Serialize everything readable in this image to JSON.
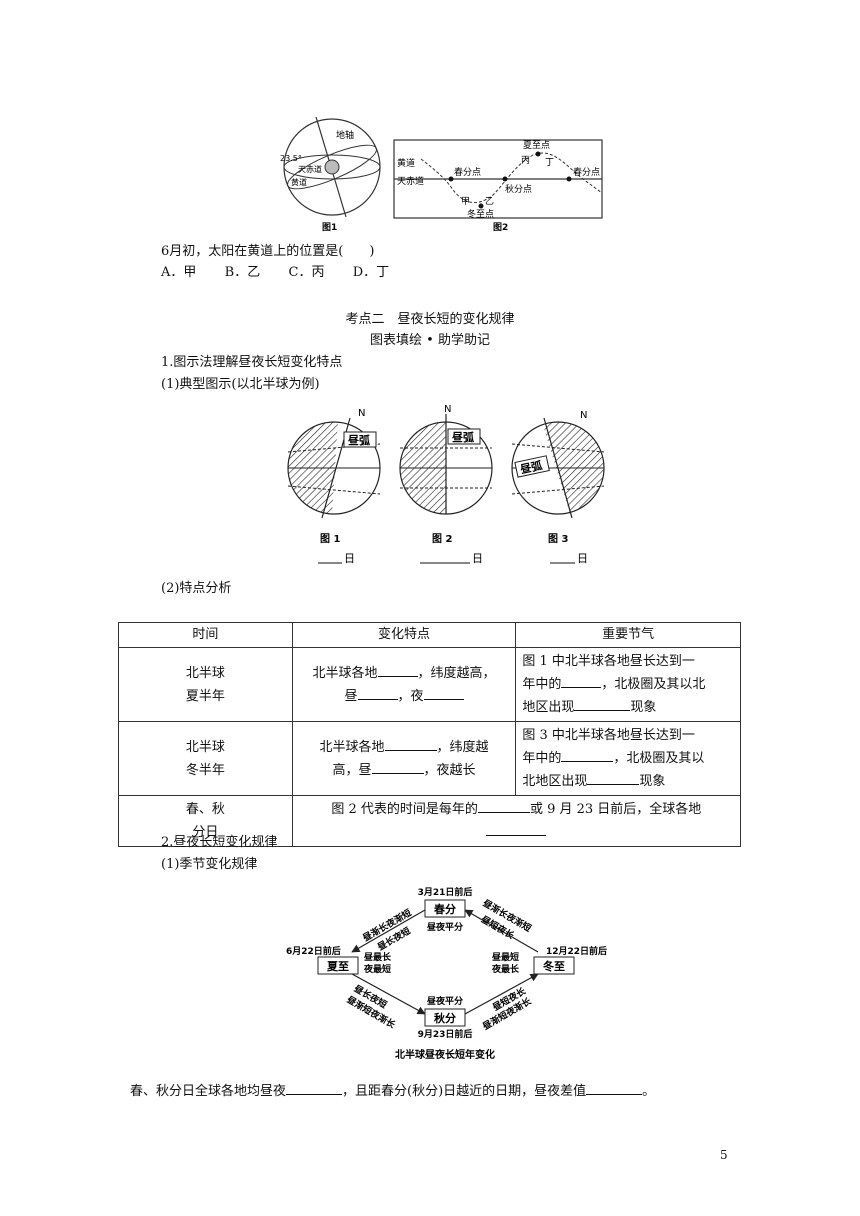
{
  "fig_top": {
    "sphere_labels": {
      "axis": "地轴",
      "celestial_equator": "天赤道",
      "ecliptic": "黄道",
      "angle": "23.5°",
      "caption": "图1"
    },
    "graph_labels": {
      "ecliptic": "黄道",
      "celestial_equator": "天赤道",
      "spring1": "春分点",
      "summer": "夏至点",
      "autumn": "秋分点",
      "spring2": "春分点",
      "winter": "冬至点",
      "jia": "甲",
      "yi": "乙",
      "bing": "丙",
      "ding": "丁",
      "caption": "图2"
    }
  },
  "question": {
    "stem": "6月初，太阳在黄道上的位置是(　　)",
    "options": [
      "A．甲",
      "B．乙",
      "C．丙",
      "D．丁"
    ]
  },
  "section": {
    "title": "考点二　昼夜长短的变化规律",
    "subtitle": "图表填绘 • 助学助记",
    "item1": "1.图示法理解昼夜长短变化特点",
    "item1_1": "(1)典型图示(以北半球为例)",
    "item1_2": "(2)特点分析",
    "item2": "2.昼夜长短变化规律",
    "item2_1": "(1)季节变化规律"
  },
  "globes": {
    "north": "N",
    "arc": "昼弧",
    "captions": [
      "图 1",
      "图 2",
      "图 3"
    ],
    "day_suffix": "日"
  },
  "table": {
    "headers": [
      "时间",
      "变化特点",
      "重要节气"
    ],
    "row1": {
      "time1": "北半球",
      "time2": "夏半年",
      "feat_a": "北半球各地",
      "feat_b": "，纬度越高，",
      "feat_c": "昼",
      "feat_d": "，夜",
      "term_a": "图 1 中北半球各地昼长达到一",
      "term_b": "年中的",
      "term_c": "，北极圈及其以北",
      "term_d": "地区出现",
      "term_e": "现象"
    },
    "row2": {
      "time1": "北半球",
      "time2": "冬半年",
      "feat_a": "北半球各地",
      "feat_b": "，纬度越",
      "feat_c": "高，昼",
      "feat_d": "，夜越长",
      "term_a": "图 3 中北半球各地昼长达到一",
      "term_b": "年中的",
      "term_c": "，北极圈及其以",
      "term_d": "北地区出现",
      "term_e": "现象"
    },
    "row3": {
      "time1": "春、秋",
      "time2": "分日",
      "text_a": "图 2 代表的时间是每年的",
      "text_b": "或 9 月 23 日前后，全球各地"
    }
  },
  "cycle": {
    "spring_date": "3月21日前后",
    "spring": "春分",
    "spring_note": "昼夜平分",
    "summer_date": "6月22日前后",
    "summer": "夏至",
    "summer_note1": "昼最长",
    "summer_note2": "夜最短",
    "winter_date": "12月22日前后",
    "winter": "冬至",
    "winter_note1": "昼最短",
    "winter_note2": "夜最长",
    "autumn_date": "9月23日前后",
    "autumn": "秋分",
    "autumn_note": "昼夜平分",
    "arrow_sp_su_a": "昼渐长夜渐短",
    "arrow_sp_su_b": "昼长夜短",
    "arrow_w_sp_a": "昼渐长夜渐短",
    "arrow_w_sp_b": "昼短夜长",
    "arrow_su_au_a": "昼长夜短",
    "arrow_su_au_b": "昼渐短夜渐长",
    "arrow_au_w_a": "昼短夜长",
    "arrow_au_w_b": "昼渐短夜渐长",
    "caption": "北半球昼夜长短年变化"
  },
  "conclusion": {
    "a": "春、秋分日全球各地均昼夜",
    "b": "，且距春分(秋分)日越近的日期，昼夜差值",
    "c": "。"
  },
  "page_number": "5"
}
